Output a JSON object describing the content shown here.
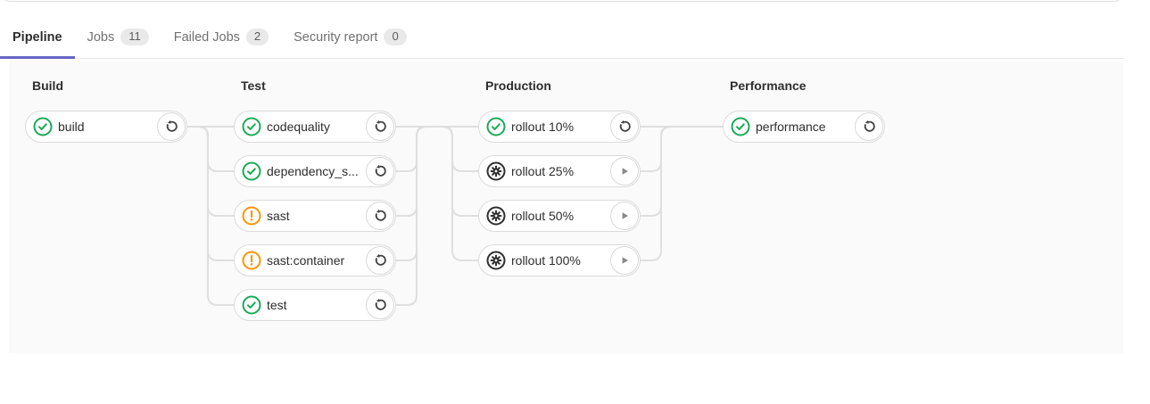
{
  "tabs": [
    {
      "label": "Pipeline",
      "active": true
    },
    {
      "label": "Jobs",
      "count": "11"
    },
    {
      "label": "Failed Jobs",
      "count": "2"
    },
    {
      "label": "Security report",
      "count": "0"
    }
  ],
  "colors": {
    "accent": "#6666c4",
    "success": "#1aaa55",
    "warning": "#fc9403",
    "manual": "#2e2e2e",
    "connector": "#dfdfdf",
    "action_glyph": "#404040",
    "play_glyph": "#888888"
  },
  "icons": {
    "success": "check-circle-icon",
    "warning": "exclamation-circle-icon",
    "manual": "gear-circle-icon",
    "retry": "retry-icon",
    "play": "play-icon"
  },
  "stages": [
    {
      "title": "Build",
      "jobs": [
        {
          "name": "build",
          "status": "success",
          "action": "retry"
        }
      ]
    },
    {
      "title": "Test",
      "jobs": [
        {
          "name": "codequality",
          "status": "success",
          "action": "retry"
        },
        {
          "name": "dependency_s...",
          "status": "success",
          "action": "retry"
        },
        {
          "name": "sast",
          "status": "warning",
          "action": "retry"
        },
        {
          "name": "sast:container",
          "status": "warning",
          "action": "retry"
        },
        {
          "name": "test",
          "status": "success",
          "action": "retry"
        }
      ]
    },
    {
      "title": "Production",
      "jobs": [
        {
          "name": "rollout 10%",
          "status": "success",
          "action": "retry"
        },
        {
          "name": "rollout 25%",
          "status": "manual",
          "action": "play"
        },
        {
          "name": "rollout 50%",
          "status": "manual",
          "action": "play"
        },
        {
          "name": "rollout 100%",
          "status": "manual",
          "action": "play"
        }
      ]
    },
    {
      "title": "Performance",
      "jobs": [
        {
          "name": "performance",
          "status": "success",
          "action": "retry"
        }
      ]
    }
  ]
}
